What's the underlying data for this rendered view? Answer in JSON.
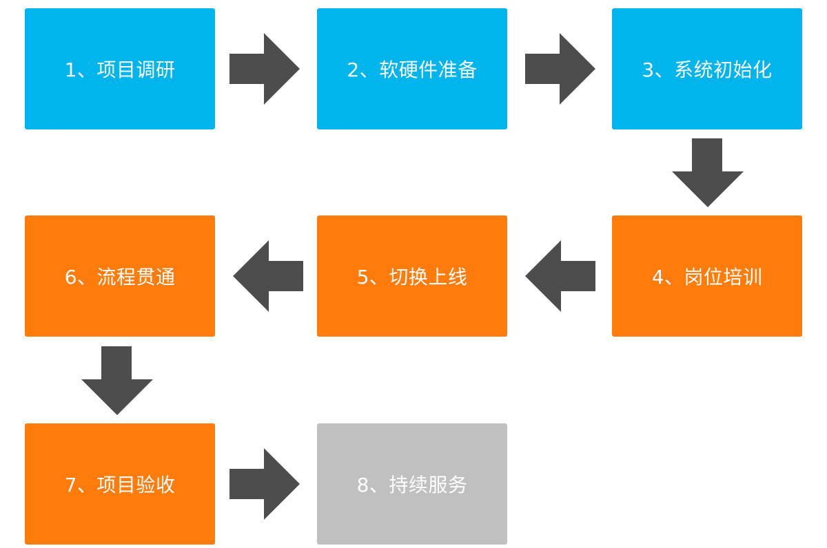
{
  "colors": {
    "blue": "#00b4ec",
    "orange": "#ff7c0a",
    "gray": "#c0c0c0",
    "arrow": "#4d4d4d"
  },
  "steps": [
    {
      "label": "1、项目调研",
      "color": "blue"
    },
    {
      "label": "2、软硬件准备",
      "color": "blue"
    },
    {
      "label": "3、系统初始化",
      "color": "blue"
    },
    {
      "label": "4、岗位培训",
      "color": "orange"
    },
    {
      "label": "5、切换上线",
      "color": "orange"
    },
    {
      "label": "6、流程贯通",
      "color": "orange"
    },
    {
      "label": "7、项目验收",
      "color": "orange"
    },
    {
      "label": "8、持续服务",
      "color": "gray"
    }
  ],
  "arrows": [
    {
      "from": 1,
      "to": 2,
      "direction": "right"
    },
    {
      "from": 2,
      "to": 3,
      "direction": "right"
    },
    {
      "from": 3,
      "to": 4,
      "direction": "down"
    },
    {
      "from": 4,
      "to": 5,
      "direction": "left"
    },
    {
      "from": 5,
      "to": 6,
      "direction": "left"
    },
    {
      "from": 6,
      "to": 7,
      "direction": "down"
    },
    {
      "from": 7,
      "to": 8,
      "direction": "right"
    }
  ]
}
